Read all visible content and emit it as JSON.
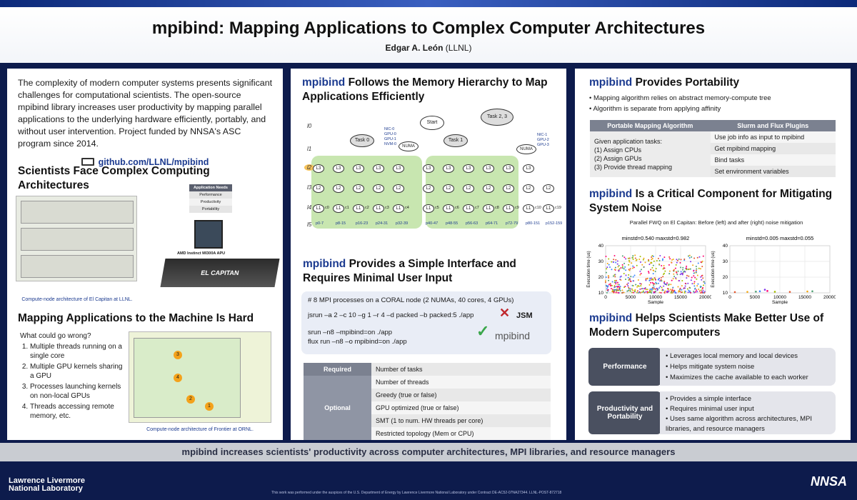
{
  "header": {
    "title": "mpibind: Mapping Applications to Complex Computer Architectures",
    "author_name": "Edgar A. León",
    "author_org": " (LLNL)"
  },
  "p1": {
    "intro": "The complexity of modern computer systems presents significant challenges for computational scientists. The open-source mpibind library increases user productivity by mapping parallel applications to the underlying hardware efficiently, portably, and without user intervention. Project funded by NNSA's ASC program since 2014.",
    "github": "github.com/LLNL/mpibind",
    "sec1_title": "Scientists Face Complex Computing Architectures",
    "app_needs": [
      "Application Needs",
      "Performance",
      "Productivity",
      "Portability"
    ],
    "apu_label": "AMD Instinct MI300A APU",
    "machine_label": "EL CAPITAN",
    "caption1": "Compute-node architecture of El Capitan at LLNL.",
    "sec2_title": "Mapping Applications to the Machine Is Hard",
    "wrong_intro": "What could go wrong?",
    "wrong": [
      "Multiple threads running on a single core",
      "Multiple GPU kernels sharing a GPU",
      "Processes launching kernels on non-local GPUs",
      "Threads accessing remote memory, etc."
    ],
    "caption2": "Compute-node architecture of Frontier at ORNL."
  },
  "p2": {
    "sec1_kw": "mpibind",
    "sec1_rest": " Follows the Memory Hierarchy to Map Applications Efficiently",
    "levels": [
      "l0",
      "l1",
      "l2",
      "l3",
      "l4",
      "l5"
    ],
    "tree": {
      "start": "Start",
      "task0": "Task 0",
      "task1": "Task 1",
      "task23": "Task 2, 3",
      "numa": "NUMA",
      "nic_left": [
        "NIC-0",
        "GPU-0",
        "GPU-1",
        "NVM-0"
      ],
      "nic_right": [
        "NIC-1",
        "GPU-2",
        "GPU-3"
      ],
      "l3": "L3",
      "l2": "L2",
      "l1": "L1",
      "cores": [
        "c0",
        "c1",
        "c2",
        "c3",
        "c4",
        "c5",
        "c6",
        "c7",
        "c8",
        "c9",
        "c10",
        "c19"
      ],
      "pus": [
        "p0-7",
        "p8-15",
        "p16-23",
        "p24-31",
        "p32-39",
        "p40-47",
        "p48-55",
        "p56-63",
        "p64-71",
        "p72-79",
        "p80-151",
        "p152-159"
      ]
    },
    "sec2_kw": "mpibind",
    "sec2_rest": " Provides a Simple Interface and Requires Minimal User Input",
    "code_comment": "# 8 MPI processes on a CORAL node (2 NUMAs, 40 cores, 4 GPUs)",
    "jsm_cmd": "jsrun –a 2 –c 10 –g 1 –r 4 –d packed –b packed:5 ./app",
    "jsm_label": "JSM",
    "srun_cmd": "srun –n8 –mpibind=on ./app",
    "flux_cmd": "flux run –n8 –o mpibind=on ./app",
    "mpibind_label": "mpibind",
    "req_label": "Required",
    "req_value": "Number of tasks",
    "opt_label": "Optional",
    "opt_values": [
      "Number of threads",
      "Greedy (true or false)",
      "GPU optimized (true or false)",
      "SMT (1 to num. HW threads per core)",
      "Restricted topology (Mem or CPU)"
    ]
  },
  "p3": {
    "sec1_kw": "mpibind",
    "sec1_rest": " Provides Portability",
    "bullets1": [
      "Mapping algorithm relies on abstract memory-compute tree",
      "Algorithm is separate from applying affinity"
    ],
    "th_left": "Portable Mapping Algorithm",
    "th_right": "Slurm and Flux Plugins",
    "left_text": [
      "Given application tasks:",
      "(1) Assign CPUs",
      "(2) Assign GPUs",
      "(3) Provide thread mapping"
    ],
    "right_rows": [
      "Use job info as input to mpibind",
      "Get mpibind mapping",
      "Bind tasks",
      "Set environment variables"
    ],
    "sec2_kw": "mpibind",
    "sec2_rest": " Is a Critical Component for Mitigating System Noise",
    "chart_caption": "Parallel FWQ on El Capitan: Before (left) and after (right) noise mitigation",
    "sec3_kw": "mpibind",
    "sec3_rest": " Helps Scientists Make Better Use of Modern Supercomputers",
    "perf_label": "Performance",
    "perf_items": [
      "Leverages local memory and local devices",
      "Helps mitigate system noise",
      "Maximizes the cache available to each worker"
    ],
    "prod_label": "Productivity and Portability",
    "prod_items": [
      "Provides a simple interface",
      "Requires minimal user input",
      "Uses same algorithm across architectures, MPI libraries, and resource managers"
    ]
  },
  "chart_data": [
    {
      "type": "scatter",
      "title": "minstd=0.540  maxstd=0.982",
      "xlabel": "Sample",
      "ylabel": "Execution time (us)",
      "xlim": [
        0,
        20000
      ],
      "ylim": [
        10,
        40
      ],
      "xticks": [
        0,
        5000,
        10000,
        15000,
        20000
      ],
      "yticks": [
        10,
        20,
        30,
        40
      ],
      "description_values": "dense scatter between 10 and 35"
    },
    {
      "type": "scatter",
      "title": "minstd=0.005  maxstd=0.055",
      "xlabel": "Sample",
      "ylabel": "Execution time (us)",
      "xlim": [
        0,
        20000
      ],
      "ylim": [
        10,
        40
      ],
      "xticks": [
        0,
        5000,
        10000,
        15000,
        20000
      ],
      "yticks": [
        10,
        20,
        30,
        40
      ],
      "points": [
        [
          1000,
          10.5
        ],
        [
          3500,
          10.6
        ],
        [
          5200,
          10.8
        ],
        [
          6000,
          11
        ],
        [
          7000,
          12
        ],
        [
          7500,
          11.2
        ],
        [
          9000,
          10.7
        ],
        [
          12000,
          10.6
        ],
        [
          15500,
          10.9
        ],
        [
          16500,
          11
        ]
      ]
    }
  ],
  "footer": {
    "tagline": "mpibind increases scientists' productivity across computer architectures, MPI libraries, and resource managers",
    "llnl1": "Lawrence Livermore",
    "llnl2": "National Laboratory",
    "disclaimer": "This work was performed under the auspices of the U.S. Department of Energy by Lawrence Livermore National Laboratory under Contract DE-AC52-07NA27344. LLNL-POST-872718",
    "nnsa": "NNSA"
  }
}
